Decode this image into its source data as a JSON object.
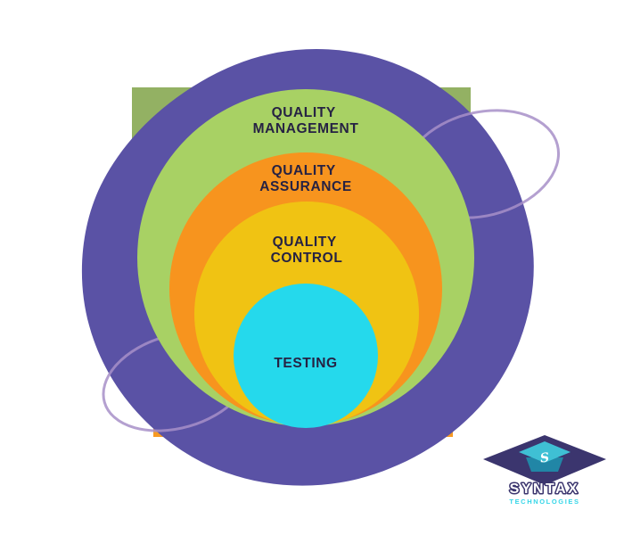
{
  "diagram": {
    "label_color": "#262243",
    "blob": {
      "color": "#5a52a5"
    },
    "squares": {
      "green": "#93b163",
      "orange": "#f79a22"
    },
    "rings": {
      "color": "#a78fc8"
    },
    "layers": [
      {
        "name": "quality-management",
        "color": "#a8d164",
        "lines": [
          "QUALITY",
          "MANAGEMENT"
        ]
      },
      {
        "name": "quality-assurance",
        "color": "#f7941e",
        "lines": [
          "QUALITY",
          "ASSURANCE"
        ]
      },
      {
        "name": "quality-control",
        "color": "#f0c313",
        "lines": [
          "QUALITY",
          "CONTROL"
        ]
      },
      {
        "name": "testing",
        "color": "#25d9ec",
        "lines": [
          "TESTING"
        ]
      }
    ]
  },
  "logo": {
    "name": "SYNTAX",
    "tagline": "TECHNOLOGIES",
    "monogram": "S",
    "colors": {
      "banner": "#3b356e",
      "cap_top": "#3fc0d4",
      "cap_front": "#2186a6",
      "text": "#ffffff",
      "tagline": "#35d6e8"
    }
  }
}
